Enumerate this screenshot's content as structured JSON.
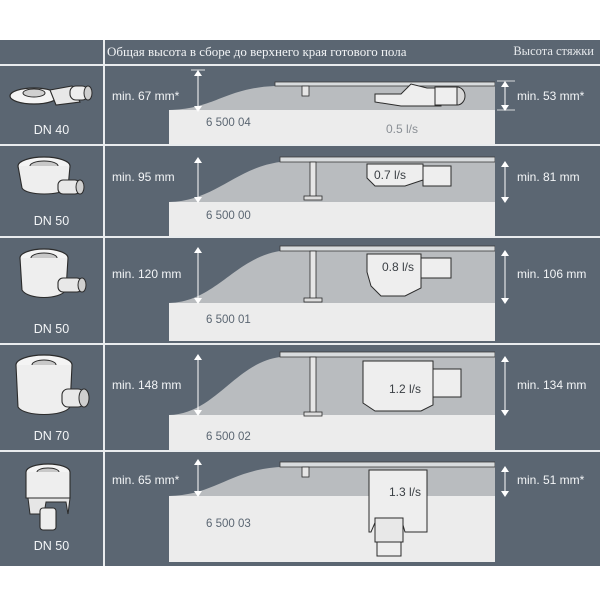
{
  "header": {
    "title": "Общая высота в сборе до верхнего края готового пола",
    "right": "Высота стяжки"
  },
  "rows": [
    {
      "dn": "DN 40",
      "min_total": "min. 67 mm*",
      "min_screed": "min. 53 mm*",
      "code": "6 500 04",
      "flow": "0.5 l/s"
    },
    {
      "dn": "DN 50",
      "min_total": "min. 95 mm",
      "min_screed": "min. 81 mm",
      "code": "6 500 00",
      "flow": "0.7 l/s"
    },
    {
      "dn": "DN 50",
      "min_total": "min. 120 mm",
      "min_screed": "min. 106 mm",
      "code": "6 500 01",
      "flow": "0.8 l/s"
    },
    {
      "dn": "DN 70",
      "min_total": "min. 148 mm",
      "min_screed": "min. 134 mm",
      "code": "6 500 02",
      "flow": "1.2 l/s"
    },
    {
      "dn": "DN 50",
      "min_total": "min. 65 mm*",
      "min_screed": "min. 51 mm*",
      "code": "6 500 03",
      "flow": "1.3 l/s"
    }
  ],
  "colors": {
    "background": "#5b6672",
    "slab": "#ececec",
    "screed": "#b9bcbf",
    "grid_lines": "#e9ecee",
    "text": "#f3f5f7"
  }
}
